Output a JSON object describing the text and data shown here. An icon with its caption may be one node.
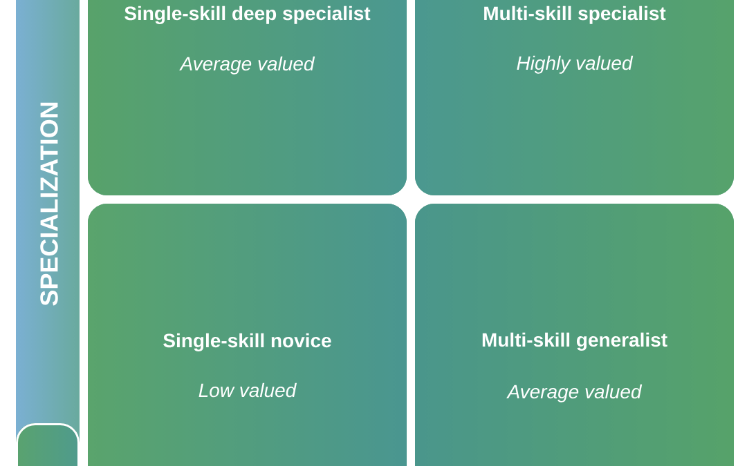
{
  "diagram": {
    "nodes": [
      {
        "text": [
          "SPECIALIZATION"
        ]
      },
      {
        "text": [
          "Single-skill deep specialist",
          "Average valued"
        ]
      },
      {
        "text": [
          "Multi-skill specialist",
          "Highly valued"
        ]
      },
      {
        "text": [
          "Single-skill novice",
          "Low valued"
        ]
      },
      {
        "text": [
          "Multi-skill generalist",
          "Average valued"
        ]
      },
      {
        "text": [],
        "shape": "box",
        "in": 0
      }
    ]
  }
}
